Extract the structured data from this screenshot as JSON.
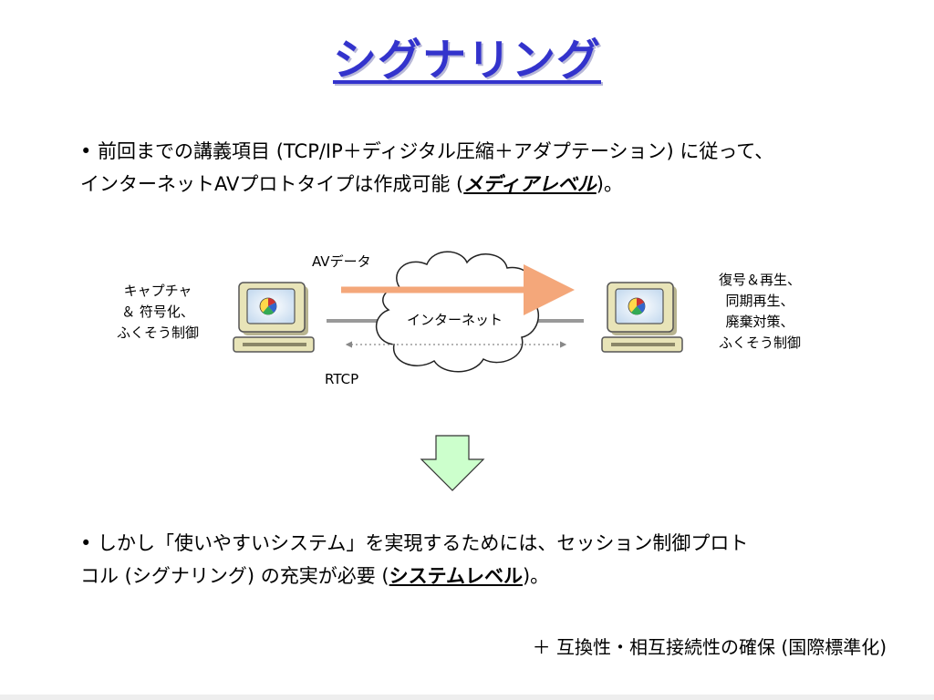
{
  "slide": {
    "title": "シグナリング",
    "para1": {
      "line1_prefix": "• 前回までの講義項目 (TCP/IP＋ディジタル圧縮＋アダプテーション) に従って、",
      "line2_prefix": "インターネットAVプロトタイプは作成可能 (",
      "line2_em": "メディアレベル",
      "line2_suffix": ")。"
    },
    "diagram": {
      "left_label": [
        "キャプチャ",
        "＆ 符号化、",
        "ふくそう制御"
      ],
      "right_label": [
        "復号＆再生、",
        "同期再生、",
        "廃棄対策、",
        "ふくそう制御"
      ],
      "av_label": "AVデータ",
      "cloud_label": "インターネット",
      "rtcp_label": "RTCP"
    },
    "para2": {
      "line1": "• しかし「使いやすいシステム」を実現するためには、セッション制御プロト",
      "line2_prefix": "コル (シグナリング) の充実が必要 (",
      "line2_em": "システムレベル",
      "line2_suffix": ")。"
    },
    "note": "＋ 互換性・相互接続性の確保 (国際標準化)",
    "colors": {
      "title": "#3333cc",
      "av_arrow": "#f4a77a",
      "cloud_fill": "#ffffff",
      "down_arrow_fill": "#ccffcc",
      "computer_body": "#e8e4b8"
    },
    "icons": [
      "computer-icon",
      "cloud-shape",
      "down-arrow-icon"
    ]
  }
}
